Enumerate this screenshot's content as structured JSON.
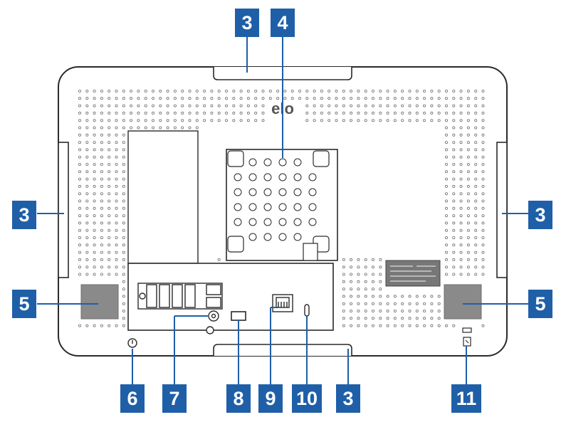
{
  "colors": {
    "callout_bg": "#1f5fa8",
    "callout_text": "#ffffff",
    "outline": "#2a2a2a",
    "vent": "#707070",
    "speaker": "#8a8a8a"
  },
  "callouts": [
    {
      "id": "top-handle",
      "label": "3"
    },
    {
      "id": "vesa-mount",
      "label": "4"
    },
    {
      "id": "left-handle",
      "label": "3"
    },
    {
      "id": "right-handle",
      "label": "3"
    },
    {
      "id": "left-speaker",
      "label": "5"
    },
    {
      "id": "right-speaker",
      "label": "5"
    },
    {
      "id": "power-button",
      "label": "6"
    },
    {
      "id": "dc-power-in",
      "label": "7"
    },
    {
      "id": "usb-port",
      "label": "8"
    },
    {
      "id": "ethernet-port",
      "label": "9"
    },
    {
      "id": "usb-c-port",
      "label": "10"
    },
    {
      "id": "bottom-handle",
      "label": "3"
    },
    {
      "id": "kensington-lock",
      "label": "11"
    }
  ],
  "logo_text": "elo"
}
